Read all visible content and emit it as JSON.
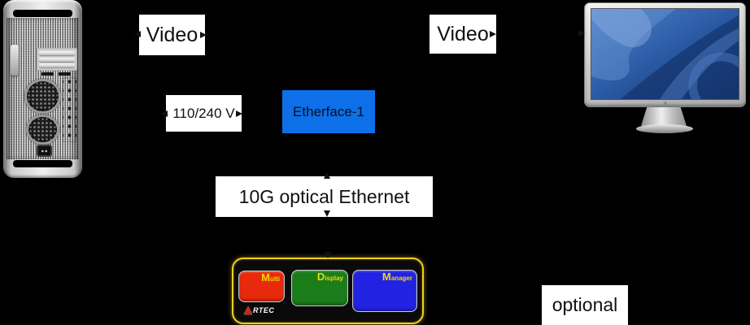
{
  "labels": {
    "video_left": "Video",
    "video_right": "Video",
    "power": "110/240 V",
    "ethernet": "10G optical Ethernet",
    "optional": "optional"
  },
  "etherface": {
    "label": "Etherface-1"
  },
  "mdm": {
    "boxes": [
      {
        "word": "Multi",
        "initial": "M",
        "rest": "ulti"
      },
      {
        "word": "Display",
        "initial": "D",
        "rest": "isplay"
      },
      {
        "word": "Manager",
        "initial": "M",
        "rest": "anager"
      }
    ],
    "logo": {
      "name": "ARTEC",
      "rest": "RTEC"
    }
  },
  "devices": {
    "computer_tower": "mac-pro-tower-rear",
    "display": "apple-cinema-display"
  },
  "colors": {
    "background": "#000000",
    "label_box_bg": "#ffffff",
    "label_text": "#111111",
    "etherface_bg": "#0d70e8",
    "mdm_border_yellow": "#f2cf1c",
    "mdm_red": "#e8290c",
    "mdm_green": "#1a7d1a",
    "mdm_blue": "#2222e2",
    "mdm_label_yellow": "#f0d800",
    "screen_blue": "#2a5aa4"
  }
}
